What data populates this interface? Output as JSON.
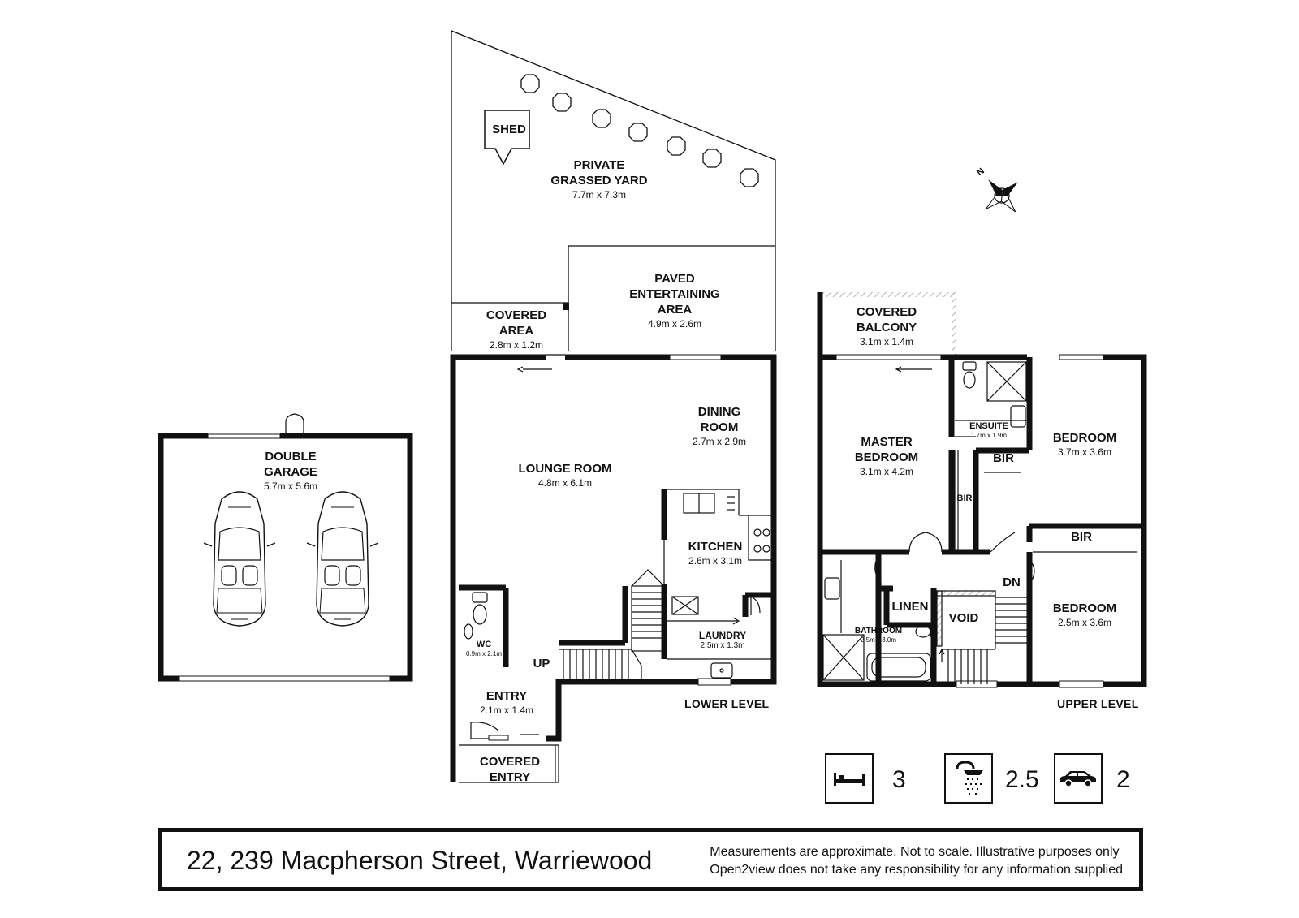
{
  "rooms": {
    "shed": {
      "name": "SHED"
    },
    "yard": {
      "name": "PRIVATE\nGRASSED YARD",
      "size": "7.7m x 7.3m"
    },
    "paved": {
      "name": "PAVED\nENTERTAINING\nAREA",
      "size": "4.9m x 2.6m"
    },
    "covered_area": {
      "name": "COVERED\nAREA",
      "size": "2.8m x 1.2m"
    },
    "garage": {
      "name": "DOUBLE\nGARAGE",
      "size": "5.7m x 5.6m"
    },
    "lounge": {
      "name": "LOUNGE ROOM",
      "size": "4.8m x 6.1m"
    },
    "dining": {
      "name": "DINING\nROOM",
      "size": "2.7m x 2.9m"
    },
    "kitchen": {
      "name": "KITCHEN",
      "size": "2.6m x 3.1m"
    },
    "laundry": {
      "name": "LAUNDRY",
      "size": "2.5m x 1.3m"
    },
    "wc": {
      "name": "WC",
      "size": "0.9m x 2.1m"
    },
    "entry": {
      "name": "ENTRY",
      "size": "2.1m x 1.4m"
    },
    "covered_entry": {
      "name": "COVERED\nENTRY"
    },
    "up": "UP",
    "balcony": {
      "name": "COVERED\nBALCONY",
      "size": "3.1m x 1.4m"
    },
    "master": {
      "name": "MASTER\nBEDROOM",
      "size": "3.1m x 4.2m"
    },
    "ensuite": {
      "name": "ENSUITE",
      "size": "1.7m x 1.9m"
    },
    "bir1": "BIR",
    "bir2": "BIR",
    "bir3": "BIR",
    "bedroom2": {
      "name": "BEDROOM",
      "size": "3.7m x 3.6m"
    },
    "bedroom3": {
      "name": "BEDROOM",
      "size": "2.5m x 3.6m"
    },
    "linen": "LINEN",
    "void": "VOID",
    "dn": "DN",
    "bathroom": {
      "name": "BATHROOM",
      "size": "2.5m x 3.0m"
    }
  },
  "levels": {
    "lower": "LOWER LEVEL",
    "upper": "UPPER LEVEL"
  },
  "compass": {
    "north": "N"
  },
  "features": {
    "bedrooms": "3",
    "bathrooms": "2.5",
    "cars": "2"
  },
  "icons": [
    "bed-icon",
    "shower-icon",
    "car-icon",
    "compass-icon"
  ],
  "footer": {
    "address": "22, 239 Macpherson Street, Warriewood",
    "disclaimer_line1": "Measurements are approximate. Not to scale. Illustrative purposes only",
    "disclaimer_line2": "Open2view does not take any responsibility for any information supplied"
  },
  "colors": {
    "wall": "#111111",
    "background": "#ffffff"
  }
}
